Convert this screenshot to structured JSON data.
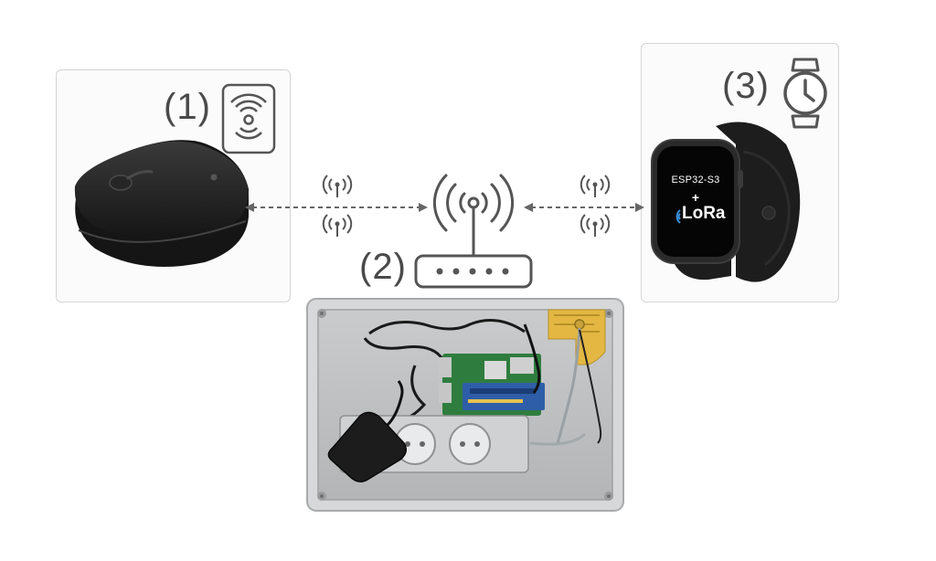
{
  "labels": {
    "device_1": "(1)",
    "device_2": "(2)",
    "device_3": "(3)"
  },
  "watch_screen": {
    "chip": "ESP32-S3",
    "plus": "+",
    "lora": "LoRa"
  },
  "icons": {
    "device_1": "nfc-card-icon",
    "device_2": "router-icon",
    "device_3": "watch-icon",
    "link": "radio-waves-icon"
  },
  "colors": {
    "accent_blue": "#3a8fd9",
    "line_gray": "#666666",
    "device_black": "#1e1e1e"
  }
}
